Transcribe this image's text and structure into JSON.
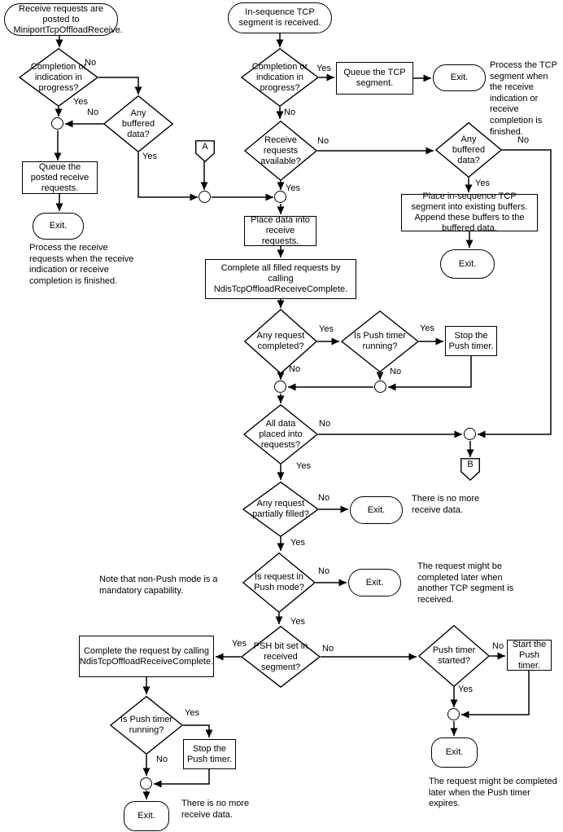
{
  "common": {
    "yes": "Yes",
    "no": "No",
    "exit": "Exit."
  },
  "nodes": {
    "start_posted": "Receive requests are posted to MiniportTcpOffloadReceive.",
    "d_completion_left": "Completion or indication in progress?",
    "d_any_buffered_left": "Any buffered data?",
    "box_queue_posted": "Queue the posted receive requests.",
    "start_inseq": "In-sequence TCP segment is received.",
    "d_completion_mid": "Completion or indication in progress?",
    "box_queue_segment": "Queue the TCP segment.",
    "d_recv_avail": "Receive requests available?",
    "d_any_buffered_right": "Any buffered data?",
    "box_place_inseq": "Place in-sequence TCP segment into existing buffers. Append these buffers to the buffered data.",
    "connector_a": "A",
    "connector_b": "B",
    "box_place_data": "Place data into receive requests.",
    "box_complete_all": "Complete all filled requests by calling NdisTcpOffloadReceiveComplete.",
    "d_any_completed": "Any request completed?",
    "d_push_running_top": "Is Push timer running?",
    "box_stop_timer_top": "Stop the Push timer.",
    "d_all_data": "All data placed into requests?",
    "d_partially_filled": "Any request partially filled?",
    "d_push_mode": "Is request in Push mode?",
    "d_psh_bit": "PSH bit set in received segment?",
    "box_complete_request": "Complete the request by calling NdisTcpOffloadReceiveComplete.",
    "d_timer_started": "Push timer started?",
    "box_start_timer": "Start the Push timer.",
    "d_push_running_bottom": "Is Push timer running?",
    "box_stop_timer_bottom": "Stop the Push timer."
  },
  "annotations": {
    "process_receive": "Process the receive requests when the receive indication or receive completion is finished.",
    "process_tcp": "Process the TCP segment when the receive indication or receive completion is finished.",
    "no_more_data_mid": "There is no more receive data.",
    "note_non_push": "Note that non-Push mode is a mandatory capability.",
    "completed_later_segment": "The request might be completed later when another TCP segment is received.",
    "completed_later_timer": "The request might be completed later when the Push timer expires.",
    "no_more_data_bottom": "There is no more receive data."
  },
  "colors": {
    "line": "#000000",
    "node_fill": "#ffffff",
    "background": "#ffffff"
  }
}
